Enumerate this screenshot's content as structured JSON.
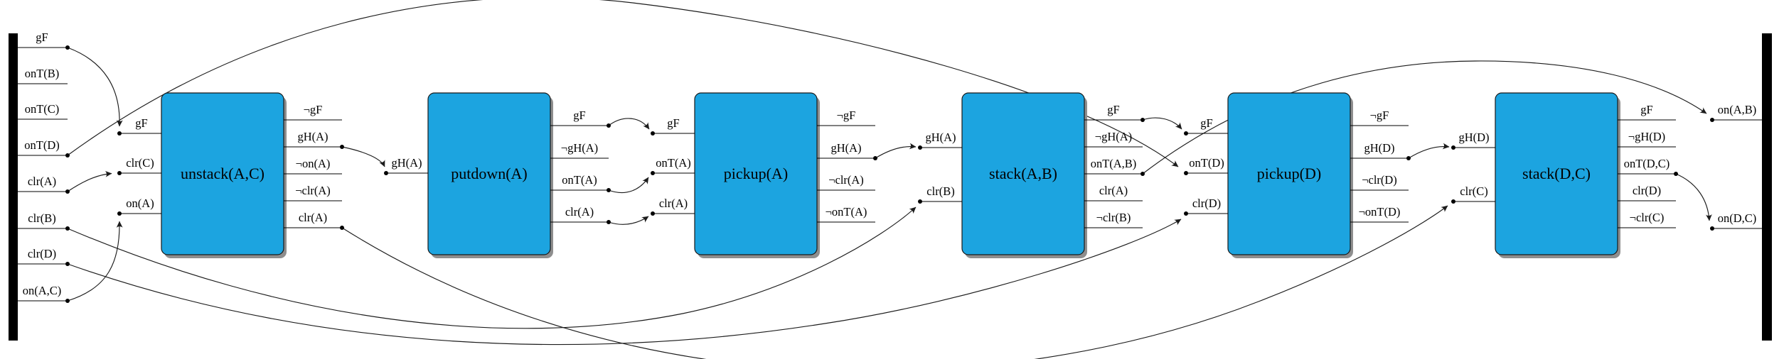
{
  "diagram_type": "partial-order-plan causal graph (blocks world)",
  "initial_state": {
    "facts": [
      "gF",
      "onT(B)",
      "onT(C)",
      "onT(D)",
      "clr(A)",
      "clr(B)",
      "clr(D)",
      "on(A,C)"
    ]
  },
  "goal_state": {
    "facts": [
      "on(A,B)",
      "on(D,C)"
    ]
  },
  "actions": [
    {
      "name": "unstack(A,C)",
      "inputs": [
        "gF",
        "clr(C)",
        "on(A)"
      ],
      "outputs": [
        "¬gF",
        "gH(A)",
        "¬on(A)",
        "¬clr(A)",
        "clr(A)"
      ]
    },
    {
      "name": "putdown(A)",
      "inputs": [
        "gH(A)"
      ],
      "outputs": [
        "gF",
        "¬gH(A)",
        "onT(A)",
        "clr(A)"
      ]
    },
    {
      "name": "pickup(A)",
      "inputs": [
        "gF",
        "onT(A)",
        "clr(A)"
      ],
      "outputs": [
        "¬gF",
        "gH(A)",
        "¬clr(A)",
        "¬onT(A)"
      ]
    },
    {
      "name": "stack(A,B)",
      "inputs": [
        "gH(A)",
        "clr(B)"
      ],
      "outputs": [
        "gF",
        "¬gH(A)",
        "onT(A,B)",
        "clr(A)",
        "¬clr(B)"
      ]
    },
    {
      "name": "pickup(D)",
      "inputs": [
        "gF",
        "onT(D)",
        "clr(D)"
      ],
      "outputs": [
        "¬gF",
        "gH(D)",
        "¬clr(D)",
        "¬onT(D)"
      ]
    },
    {
      "name": "stack(D,C)",
      "inputs": [
        "gH(D)",
        "clr(C)"
      ],
      "outputs": [
        "gF",
        "¬gH(D)",
        "onT(D,C)",
        "clr(D)",
        "¬clr(C)"
      ]
    }
  ],
  "connections": [
    {
      "from": "init.gF",
      "to": "unstack(A,C).gF"
    },
    {
      "from": "init.onT(D)",
      "to": "pickup(D).onT(D)"
    },
    {
      "from": "init.clr(A)",
      "to": "unstack(A,C).clr(C)"
    },
    {
      "from": "init.clr(B)",
      "to": "stack(A,B).clr(B)"
    },
    {
      "from": "init.clr(D)",
      "to": "pickup(D).clr(D)"
    },
    {
      "from": "init.on(A,C)",
      "to": "unstack(A,C).on(A)"
    },
    {
      "from": "unstack(A,C).gH(A)",
      "to": "putdown(A).gH(A)"
    },
    {
      "from": "unstack(A,C).clr(A)",
      "to": "stack(D,C).clr(C)"
    },
    {
      "from": "putdown(A).gF",
      "to": "pickup(A).gF"
    },
    {
      "from": "putdown(A).onT(A)",
      "to": "pickup(A).onT(A)"
    },
    {
      "from": "putdown(A).clr(A)",
      "to": "pickup(A).clr(A)"
    },
    {
      "from": "pickup(A).gH(A)",
      "to": "stack(A,B).gH(A)"
    },
    {
      "from": "stack(A,B).gF",
      "to": "pickup(D).gF"
    },
    {
      "from": "stack(A,B).onT(A,B)",
      "to": "goal.on(A,B)"
    },
    {
      "from": "pickup(D).gH(D)",
      "to": "stack(D,C).gH(D)"
    },
    {
      "from": "stack(D,C).onT(D,C)",
      "to": "goal.on(D,C)"
    }
  ],
  "colors": {
    "action_box_fill": "#1ca4e0",
    "action_box_border": "#1a1a1a",
    "state_bar": "#000000",
    "edge": "#1c1c1c",
    "shadow": "#8e8e8e",
    "background": "#ffffff"
  }
}
